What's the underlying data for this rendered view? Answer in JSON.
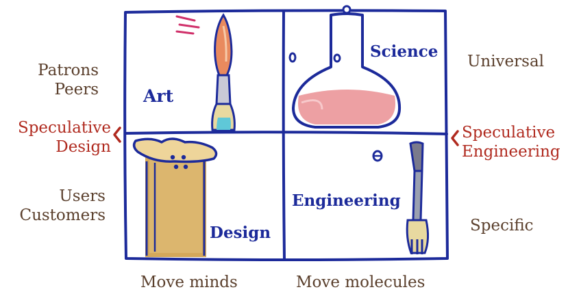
{
  "left_labels": {
    "top_line1": "Patrons",
    "top_line2": "Peers",
    "middle_line1": "Speculative",
    "middle_line2": "Design",
    "bottom_line1": "Users",
    "bottom_line2": "Customers"
  },
  "right_labels": {
    "top": "Universal",
    "middle_line1": "Speculative",
    "middle_line2": "Engineering",
    "bottom": "Specific"
  },
  "quadrants": {
    "top_left": "Art",
    "top_right": "Science",
    "bottom_left": "Design",
    "bottom_right": "Engineering"
  },
  "bottom_labels": {
    "left": "Move minds",
    "right": "Move molecules"
  },
  "colors": {
    "grid_blue": "#1c2a9a",
    "label_brown": "#5a3f2c",
    "label_red": "#b02a1f"
  },
  "icons": [
    "paintbrush-icon",
    "flask-icon",
    "t-square-icon",
    "wrench-icon"
  ]
}
